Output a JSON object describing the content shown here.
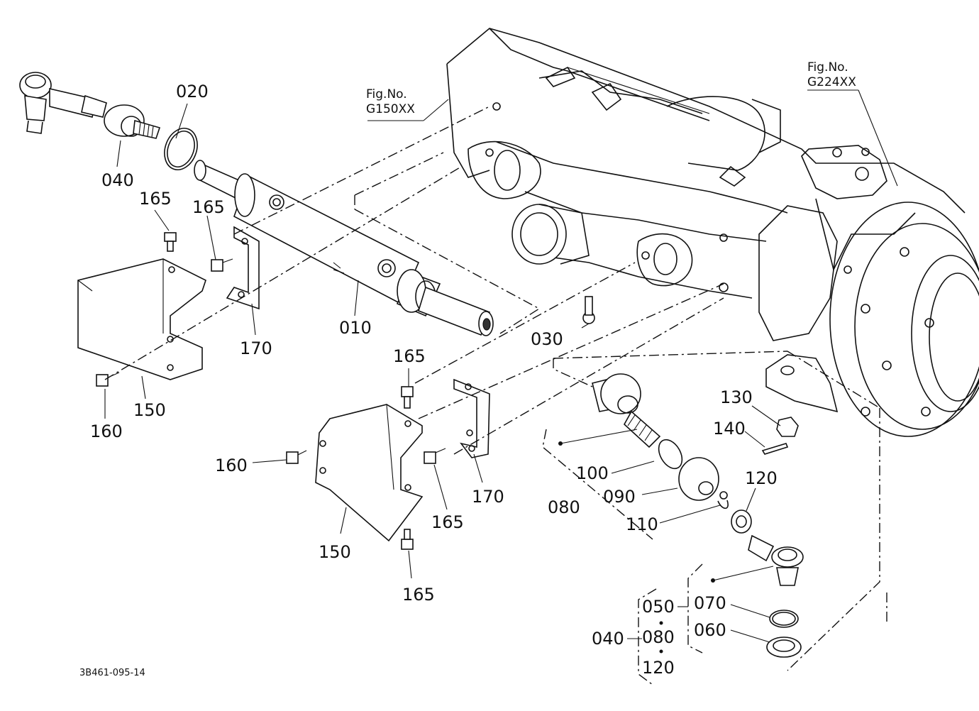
{
  "refs": {
    "fig1": "Fig.No.",
    "fig1_id": "G150XX",
    "fig2": "Fig.No.",
    "fig2_id": "G224XX"
  },
  "part_labels": {
    "p010": "010",
    "p020": "020",
    "p030": "030",
    "p040_top": "040",
    "p040_set": "040",
    "p050": "050",
    "p060": "060",
    "p070": "070",
    "p080": "080",
    "p080_set": "080",
    "p090": "090",
    "p100": "100",
    "p110": "110",
    "p120": "120",
    "p120_set": "120",
    "p130": "130",
    "p140": "140",
    "p150_left": "150",
    "p150_right": "150",
    "p160_left": "160",
    "p160_right": "160",
    "p165_a": "165",
    "p165_b": "165",
    "p165_c": "165",
    "p165_d": "165",
    "p165_e": "165",
    "p170_left": "170",
    "p170_right": "170"
  },
  "drawing_code": "3B461-095-14"
}
